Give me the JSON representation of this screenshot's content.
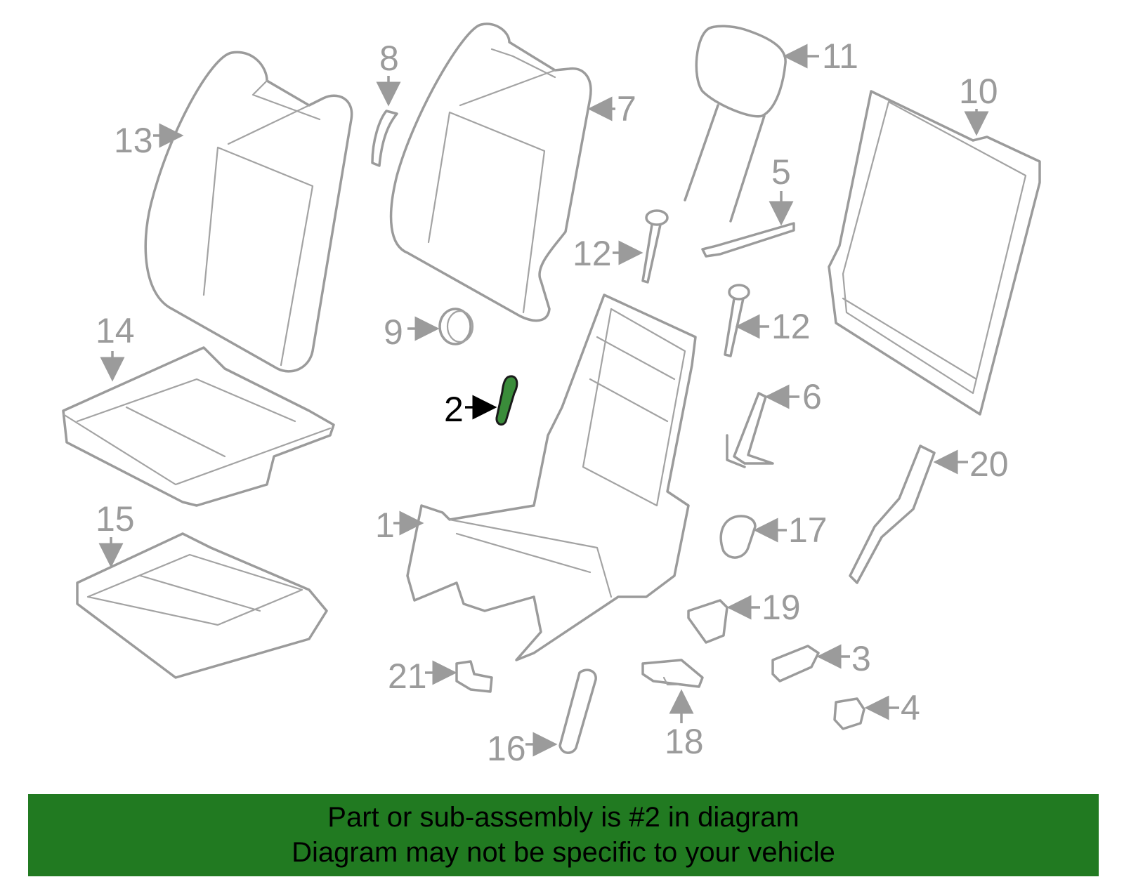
{
  "diagram": {
    "highlighted_part": "2",
    "callouts": [
      "1",
      "2",
      "3",
      "4",
      "5",
      "6",
      "7",
      "8",
      "9",
      "10",
      "11",
      "12",
      "12",
      "13",
      "14",
      "15",
      "16",
      "17",
      "18",
      "19",
      "20",
      "21"
    ]
  },
  "banner": {
    "line1": "Part or sub-assembly is #2 in diagram",
    "line2": "Diagram may not be specific to your vehicle",
    "background": "#217a21"
  }
}
